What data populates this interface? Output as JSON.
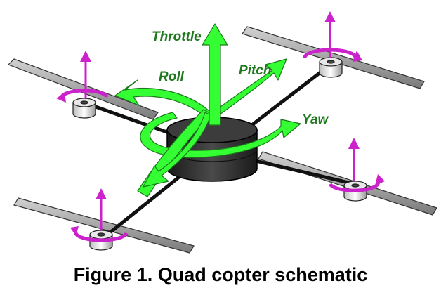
{
  "labels": {
    "throttle": "Throttle",
    "roll": "Roll",
    "pitch": "Pitch",
    "yaw": "Yaw"
  },
  "caption": "Figure 1. Quad copter schematic",
  "colors": {
    "motion_arrows": "#33ff33",
    "label_text": "#1f7a1f",
    "rotor_arrows": "#cc22cc",
    "frame_arm": "#111111",
    "blade": "#a0a0a0",
    "hub": "#2a2a2a"
  }
}
